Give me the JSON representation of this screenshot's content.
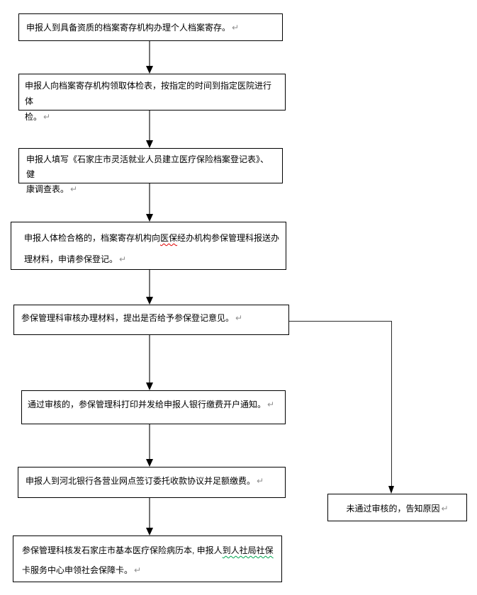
{
  "document": {
    "background": "#ffffff",
    "language": "zh-CN",
    "kind": "flowchart"
  },
  "marks": {
    "paragraph_return": "↵"
  },
  "colors": {
    "box_border": "#000000",
    "text": "#000000",
    "connector_line": "#757575",
    "arrowhead": "#000000",
    "branch_line": "#2b2b2b",
    "return_mark": "#8f8f8f",
    "spellcheck_underline": "#e00000",
    "grammar_underline": "#00a650"
  },
  "flowchart": {
    "steps": [
      {
        "id": 1,
        "text": "申报人到具备资质的档案寄存机构办理个人档案寄存。"
      },
      {
        "id": 2,
        "line1": "申报人向档案寄存机构领取体检表，按指定的时间到指定医院进行体",
        "line2": "检。"
      },
      {
        "id": 3,
        "line1": "申报人填写《石家庄市灵活就业人员建立医疗保险档案登记表》、健",
        "line2": "康调查表。"
      },
      {
        "id": 4,
        "line1_pre": "申报人体检合格的，档案寄存机构向",
        "line1_flagged": "医保",
        "line1_post": "经办机构参保管理科报送办",
        "line2": "理材料，申请参保登记。"
      },
      {
        "id": 5,
        "text": "参保管理科审核办理材料，提出是否给予参保登记意见。"
      },
      {
        "id": 6,
        "text": "通过审核的，参保管理科打印并发给申报人银行缴费开户通知。"
      },
      {
        "id": 7,
        "text": "申报人到河北银行各营业网点签订委托收款协议并足额缴费。"
      },
      {
        "id": 8,
        "line1_pre": "参保管理科核发石家庄市基本医疗保险病历本, 申报人",
        "line1_flagged": "到人社局社保",
        "line2": "卡服务中心申领社会保障卡。"
      }
    ],
    "branch": {
      "text": "未通过审核的，告知原因"
    },
    "connections": [
      {
        "from": 1,
        "to": 2,
        "style": "arrow-down"
      },
      {
        "from": 2,
        "to": 3,
        "style": "arrow-down"
      },
      {
        "from": 3,
        "to": 4,
        "style": "arrow-down"
      },
      {
        "from": 4,
        "to": 5,
        "style": "arrow-down"
      },
      {
        "from": 5,
        "to": 6,
        "style": "arrow-down"
      },
      {
        "from": 6,
        "to": 7,
        "style": "arrow-down"
      },
      {
        "from": 7,
        "to": 8,
        "style": "arrow-down"
      },
      {
        "from": 5,
        "to": "reject",
        "style": "elbow-right-down-arrow"
      }
    ]
  }
}
